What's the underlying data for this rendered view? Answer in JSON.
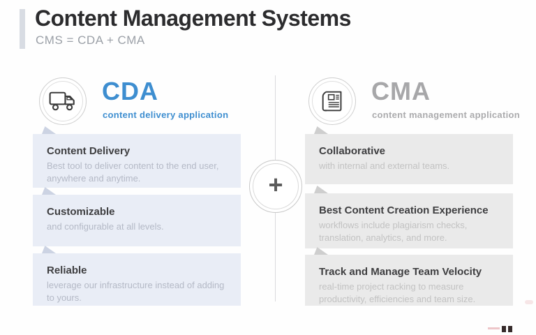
{
  "header": {
    "title": "Content Management Systems",
    "subtitle": "CMS = CDA + CMA"
  },
  "cda": {
    "acronym": "CDA",
    "label": "content delivery application",
    "icon": "delivery-truck-icon",
    "cards": [
      {
        "title": "Content Delivery",
        "description": "Best tool to deliver content to the end user, anywhere and anytime."
      },
      {
        "title": "Customizable",
        "description": "and configurable at all levels."
      },
      {
        "title": "Reliable",
        "description": "leverage our infrastructure instead of adding to yours."
      }
    ]
  },
  "cma": {
    "acronym": "CMA",
    "label": "content management application",
    "icon": "newspaper-icon",
    "cards": [
      {
        "title": "Collaborative",
        "description": "with internal and external teams."
      },
      {
        "title": "Best Content Creation Experience",
        "description": "workflows include plagiarism checks, translation, analytics, and more."
      },
      {
        "title": "Track and Manage Team Velocity",
        "description": "real-time project racking to measure productivity, efficiencies and team size."
      }
    ]
  },
  "center": {
    "plus": "+"
  },
  "colors": {
    "cda_accent": "#3e8ed0",
    "cma_accent": "#a7a7a9",
    "card_left_bg": "#e9edf6",
    "card_right_bg": "#eaeaea",
    "title_text": "#2c2c2e",
    "muted_text": "#9ba0a7",
    "watermark_red": "#c0392b"
  }
}
